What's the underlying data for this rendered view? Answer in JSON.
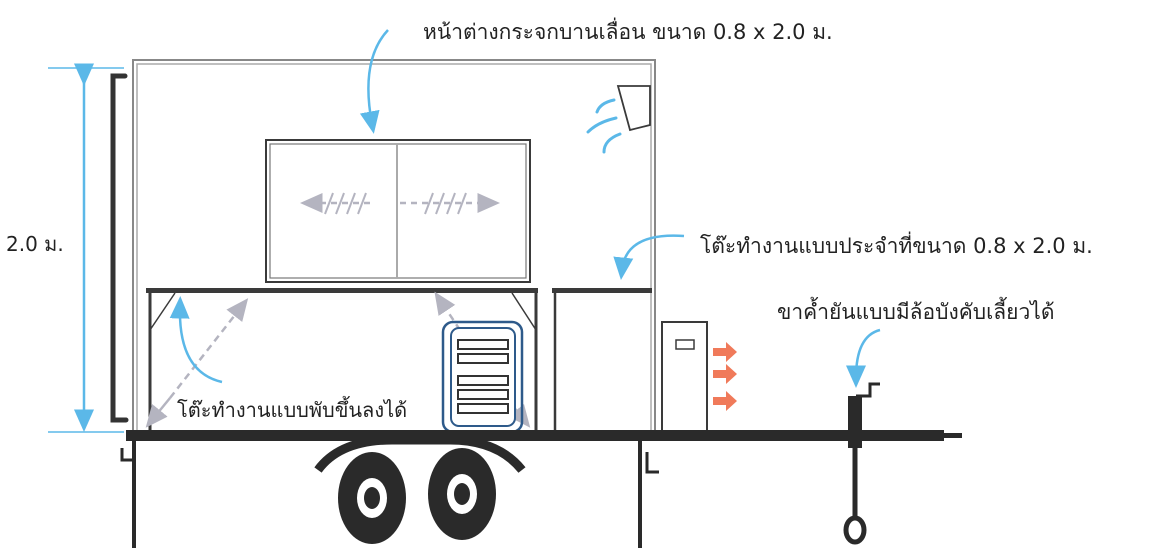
{
  "labels": {
    "window": "หน้าต่างกระจกบานเลื่อน ขนาด 0.8 x 2.0 ม.",
    "height": "2.0 ม.",
    "fixed_table": "โต๊ะทำงานแบบประจำที่ขนาด 0.8 x 2.0 ม.",
    "jack": "ขาค้ำยันแบบมีล้อบังคับเลี้ยวได้",
    "folding_table": "โต๊ะทำงานแบบพับขึ้นลงได้"
  },
  "colors": {
    "structure": "#3a3a3a",
    "wall": "#888888",
    "annotation": "#5bb8e8",
    "hidden_motion": "#b4b4c0",
    "heat_arrow": "#f07a5a",
    "cabinet_outline": "#2e5a8a"
  },
  "icons": {
    "air_conditioner": "air-conditioner-icon",
    "airflow": "airflow-icon",
    "heat": "heat-arrow-icon",
    "storage": "storage-cabinet-icon",
    "wheel": "wheel-icon"
  }
}
